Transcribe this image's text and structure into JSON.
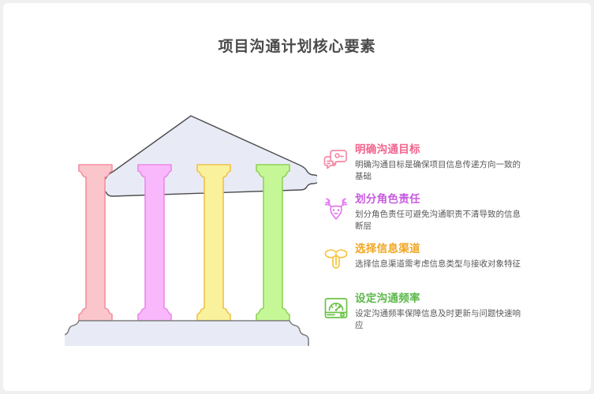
{
  "page": {
    "title": "项目沟通计划核心要素",
    "background_color": "#f0f0f0",
    "card_color": "#ffffff",
    "title_color": "#4a4a4a"
  },
  "illustration": {
    "name": "greek-temple",
    "roof_fill": "#e8ebf5",
    "roof_stroke": "#4d4d4d",
    "base_fill": "#e8ebf5",
    "base_stroke": "#808080",
    "columns": [
      {
        "name": "column-1",
        "fill": "#fbc5cc",
        "stroke": "#f4909f"
      },
      {
        "name": "column-2",
        "fill": "#f9b8fb",
        "stroke": "#e98ae8"
      },
      {
        "name": "column-3",
        "fill": "#faf19c",
        "stroke": "#f0c24a"
      },
      {
        "name": "column-4",
        "fill": "#c6f797",
        "stroke": "#8fd35a"
      }
    ]
  },
  "items": [
    {
      "icon": "chat-bubble-icon",
      "title": "明确沟通目标",
      "desc": "明确沟通目标是确保项目信息传递方向一致的基础",
      "color": "#f2638e"
    },
    {
      "icon": "deer-head-icon",
      "title": "划分角色责任",
      "desc": "划分角色责任可避免沟通职责不清导致的信息断层",
      "color": "#c85ae0"
    },
    {
      "icon": "funnel-icon",
      "title": "选择信息渠道",
      "desc": "选择信息渠道需考虑信息类型与接收对象特征",
      "color": "#f0a51f"
    },
    {
      "icon": "gauge-meter-icon",
      "title": "设定沟通频率",
      "desc": "设定沟通频率保障信息及时更新与问题快速响应",
      "color": "#5cb84a"
    }
  ]
}
